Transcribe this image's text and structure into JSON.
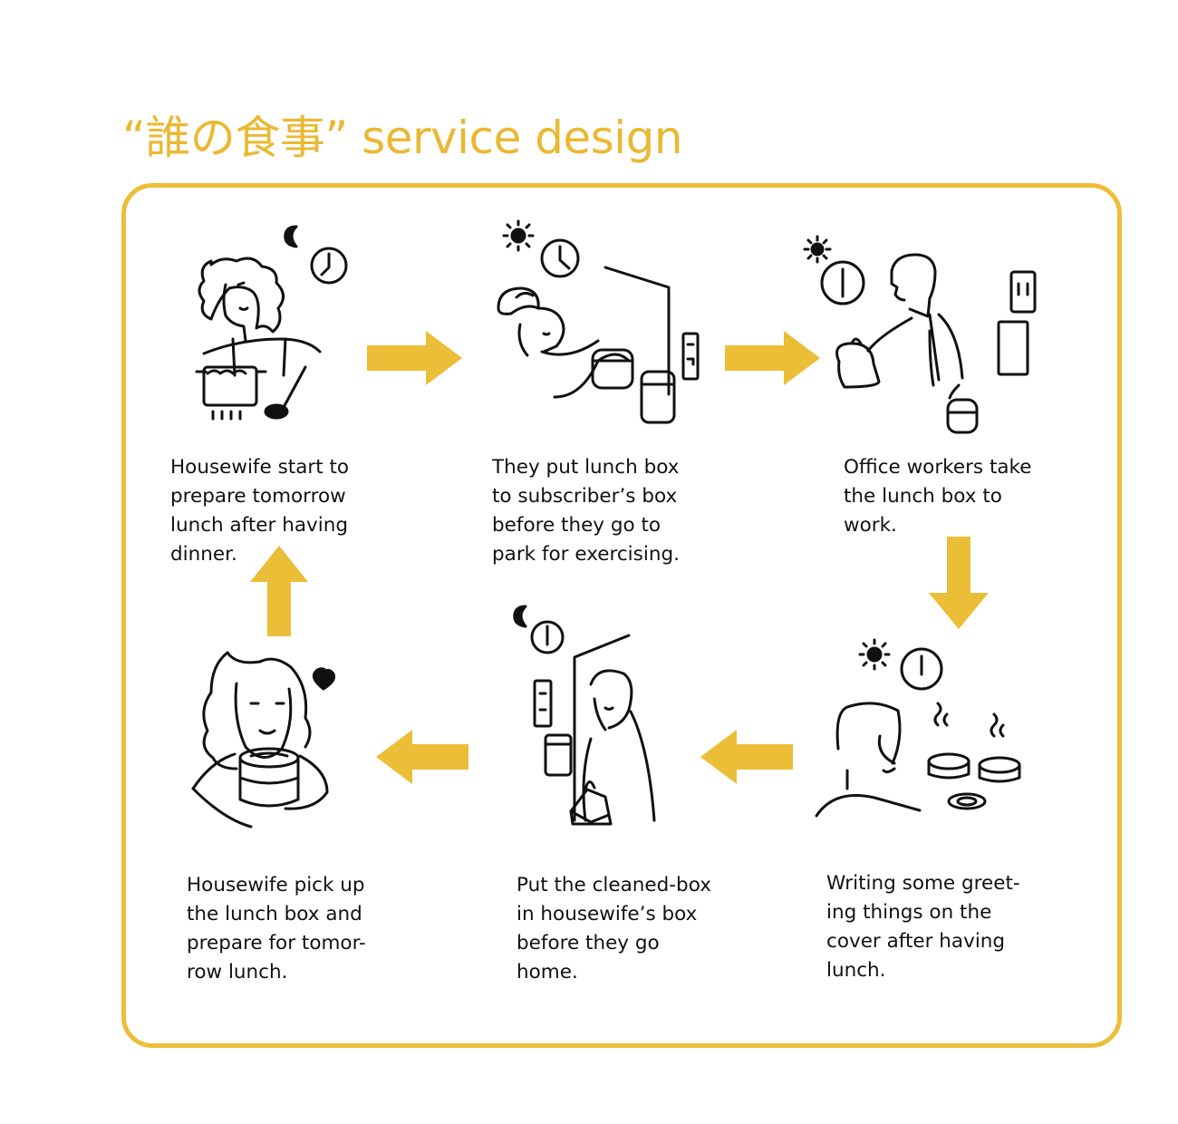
{
  "title": "“誰の食事” service design",
  "colors": {
    "accent": "#ecbd36",
    "ink": "#111111",
    "background": "#ffffff"
  },
  "steps": [
    {
      "caption_lines": [
        "Housewife start to",
        "prepare tomorrow",
        "lunch after having",
        "dinner."
      ]
    },
    {
      "caption_lines": [
        "They put lunch box",
        "to subscriber’s box",
        "before they go to",
        "park for exercising."
      ]
    },
    {
      "caption_lines": [
        "Office workers take",
        "the lunch box to",
        "work."
      ]
    },
    {
      "caption_lines": [
        "Writing some greet-",
        "ing things on the",
        "cover after having",
        "lunch."
      ]
    },
    {
      "caption_lines": [
        "Put the cleaned-box",
        "in housewife’s box",
        "before they go",
        "home."
      ]
    },
    {
      "caption_lines": [
        "Housewife pick up",
        "the lunch box and",
        "prepare for tomor-",
        "row lunch."
      ]
    }
  ],
  "icons": {
    "clock": "clock-icon",
    "moon": "moon-icon",
    "sun": "sun-icon",
    "heart": "heart-icon"
  }
}
